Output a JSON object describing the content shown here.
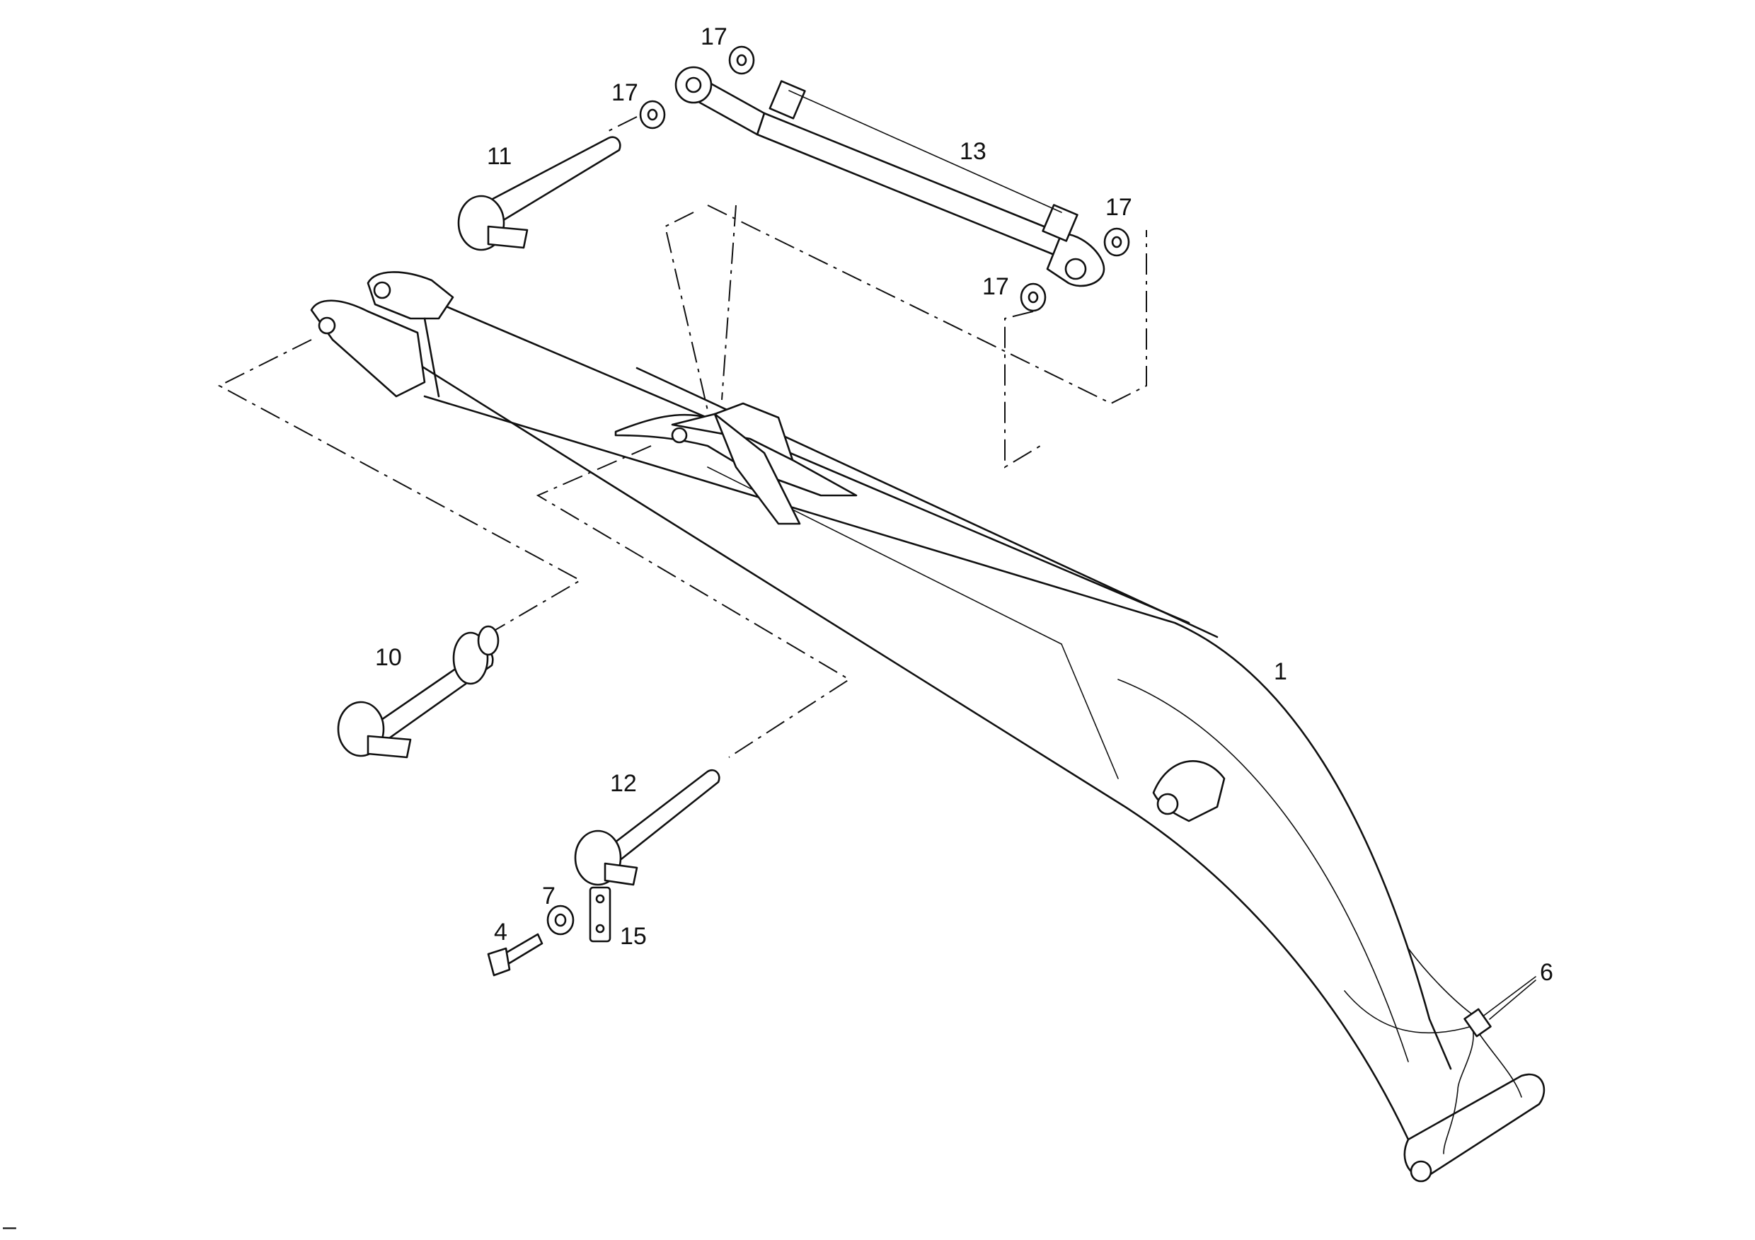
{
  "labels": {
    "boom": "1",
    "bolt": "4",
    "sensor": "6",
    "washer": "7",
    "pin_boom_foot": "10",
    "pin_cylinder_top": "11",
    "pin_cylinder_base": "12",
    "cylinder": "13",
    "lock_plate": "15",
    "spacer_a": "17",
    "spacer_b": "17",
    "spacer_c": "17",
    "spacer_d": "17"
  },
  "corner_mark": "–"
}
